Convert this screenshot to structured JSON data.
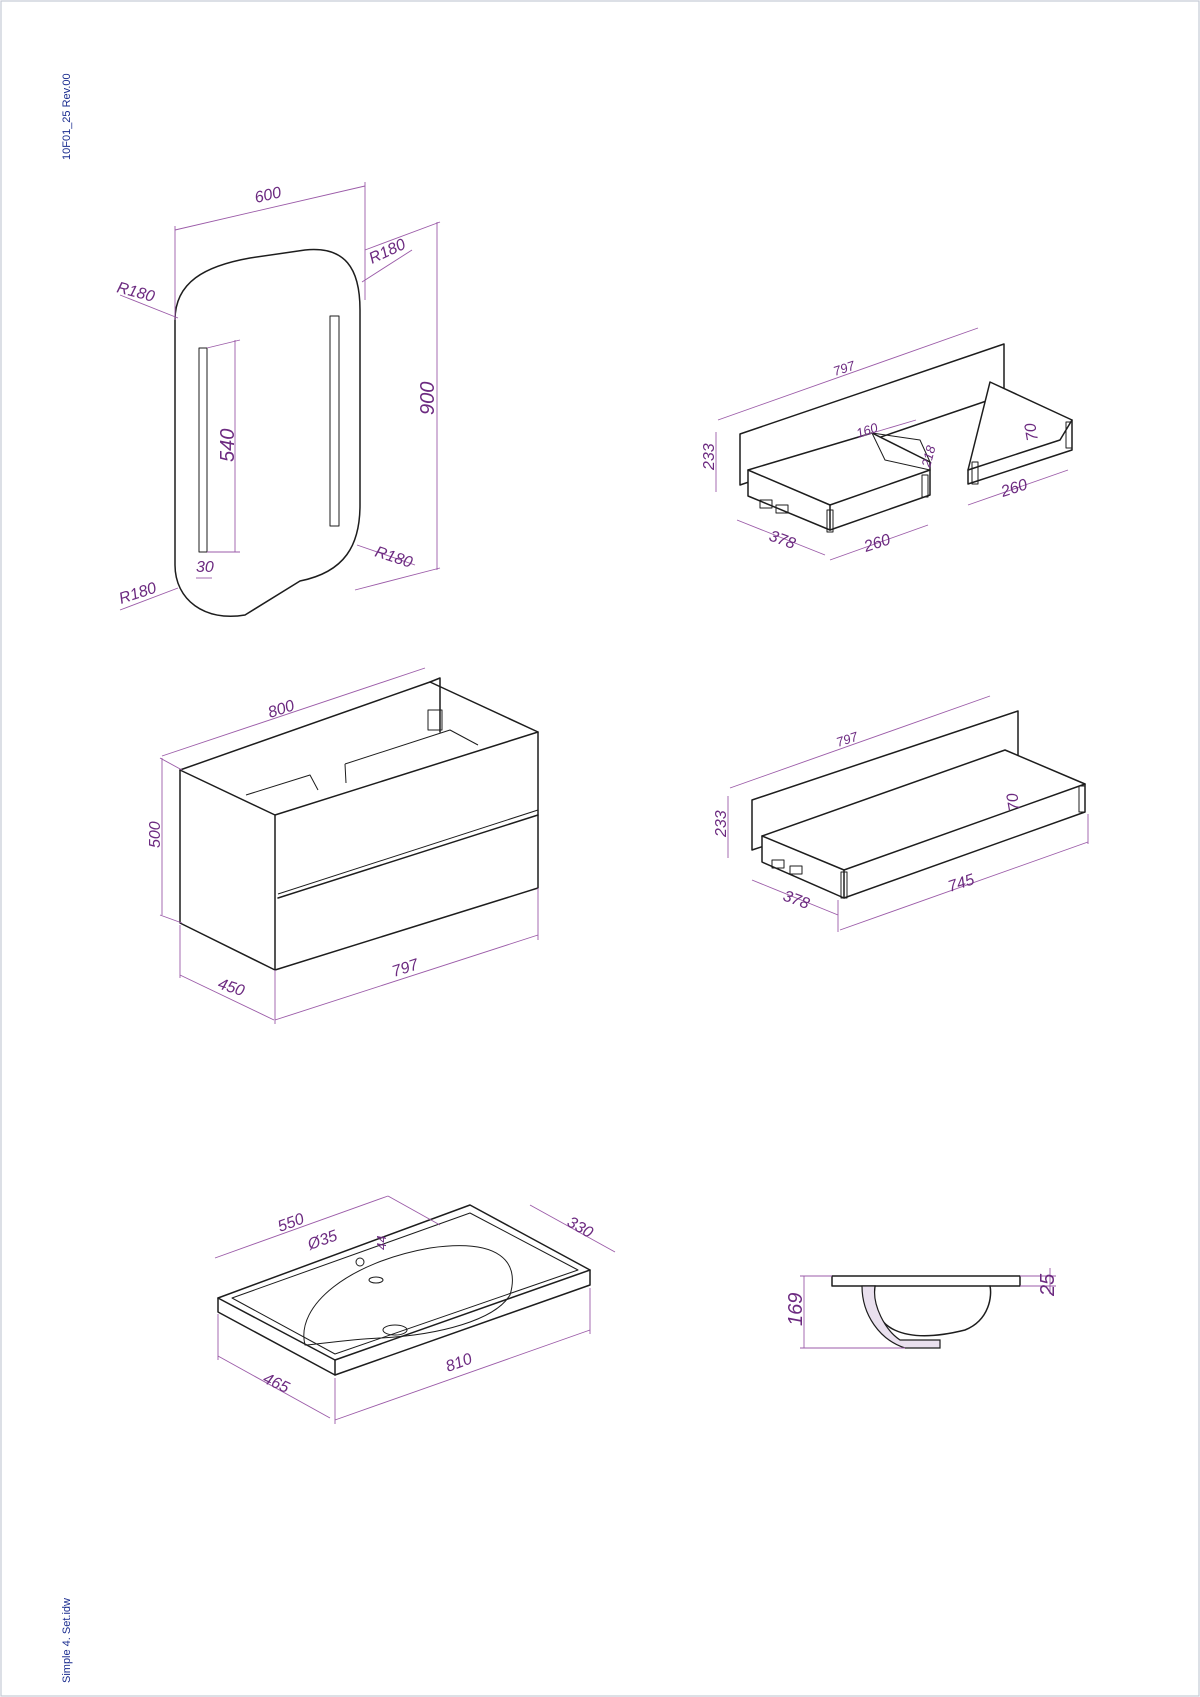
{
  "sheet": {
    "revision_label": "10F01_25  Rev.00",
    "file_label": "Simple 4. Set.idw"
  },
  "mirror": {
    "width": "600",
    "height": "900",
    "light_length": "540",
    "light_width": "30",
    "radius_top_left": "R180",
    "radius_top_right": "R180",
    "radius_bottom_left": "R180",
    "radius_bottom_right": "R180"
  },
  "cabinet": {
    "width_top": "800",
    "height": "500",
    "depth": "450",
    "front_width": "797"
  },
  "drawer_upper": {
    "width": "797",
    "height": "233",
    "depth": "378",
    "cutout": "160",
    "cutout_depth": "218",
    "left_width": "260",
    "right_width": "260",
    "side_height": "70"
  },
  "drawer_lower": {
    "width": "797",
    "height": "233",
    "depth": "378",
    "inner_width": "745",
    "side_height": "70"
  },
  "basin": {
    "width": "810",
    "depth": "465",
    "bowl_width": "550",
    "bowl_offset": "330",
    "tap_hole": "Ø35",
    "tap_offset": "44"
  },
  "basin_section": {
    "height": "169",
    "rim": "25"
  }
}
